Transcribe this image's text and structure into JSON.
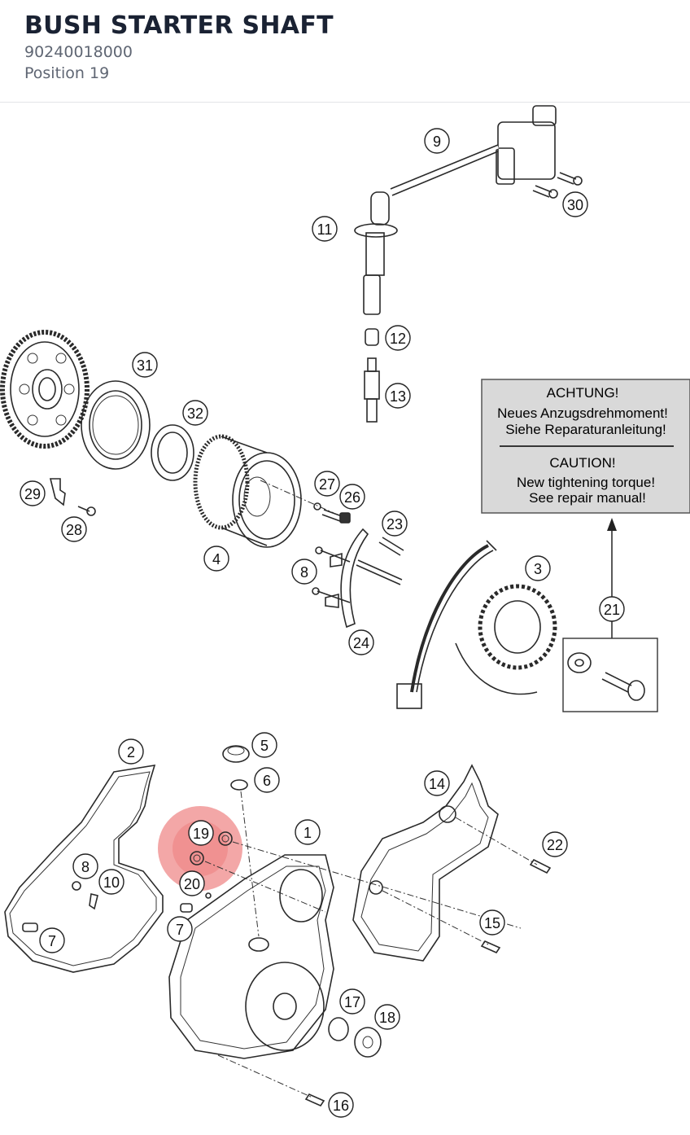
{
  "part": {
    "title": "BUSH STARTER SHAFT",
    "part_number": "90240018000",
    "position": "Position 19"
  },
  "notice": {
    "de_heading": "ACHTUNG!",
    "de_line1": "Neues Anzugsdrehmoment!",
    "de_line2": "Siehe Reparaturanleitung!",
    "en_heading": "CAUTION!",
    "en_line1": "New tightening torque!",
    "en_line2": "See repair manual!"
  },
  "highlight": {
    "position": "19",
    "color": "#e8504f"
  },
  "callouts": [
    "1",
    "2",
    "3",
    "4",
    "5",
    "6",
    "7",
    "7",
    "8",
    "8",
    "9",
    "10",
    "11",
    "12",
    "13",
    "14",
    "15",
    "16",
    "17",
    "18",
    "19",
    "20",
    "21",
    "22",
    "23",
    "24",
    "26",
    "27",
    "28",
    "29",
    "30",
    "31",
    "32"
  ],
  "colors": {
    "title": "#1a2233",
    "subtitle": "#5f6673",
    "notice_bg": "#d9d9d9",
    "line": "#2a2a2a"
  }
}
